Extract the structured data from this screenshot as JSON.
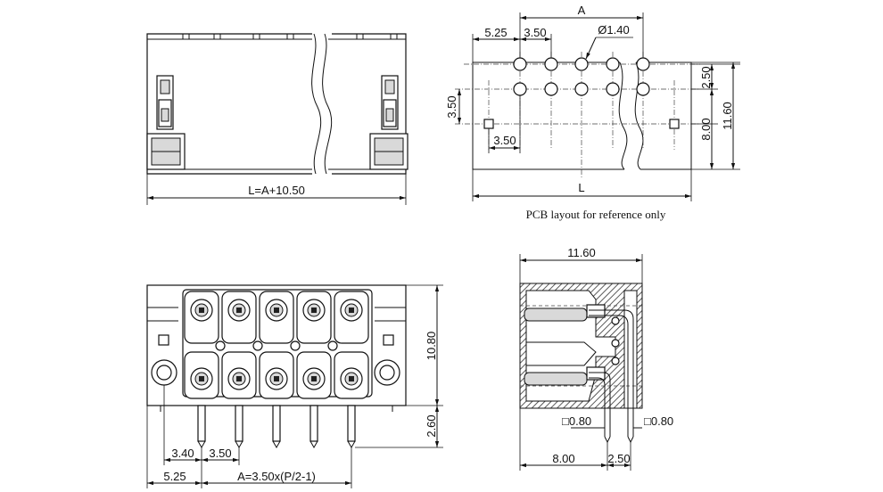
{
  "top_view": {
    "length_label": "L=A+10.50"
  },
  "pcb_layout": {
    "dim_a": "A",
    "dim_pitch_left": "5.25",
    "dim_pitch": "3.50",
    "dim_hole": "Ø1.40",
    "dim_row_gap": "2.50",
    "dim_height": "11.60",
    "dim_offset_8": "8.00",
    "dim_left_vert": "3.50",
    "dim_peg": "3.50",
    "dim_l": "L",
    "caption": "PCB layout for reference only"
  },
  "front_view": {
    "dim_height": "10.80",
    "dim_pin": "2.60",
    "dim_340": "3.40",
    "dim_350": "3.50",
    "dim_525": "5.25",
    "dim_a_formula": "A=3.50x(P/2-1)"
  },
  "side_view": {
    "dim_width": "11.60",
    "dim_pin_sq_left": "□0.80",
    "dim_pin_sq_right": "□0.80",
    "dim_800": "8.00",
    "dim_250": "2.50"
  }
}
